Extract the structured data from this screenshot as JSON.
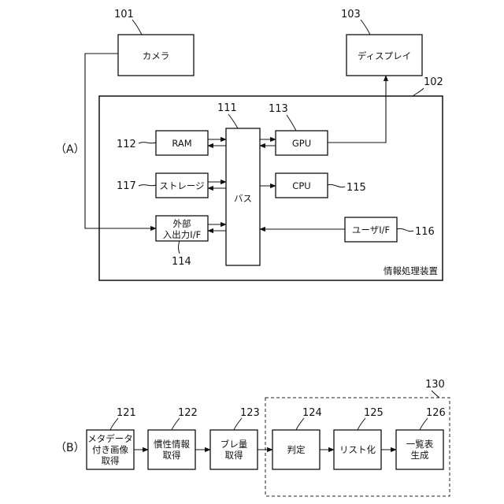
{
  "section_a": {
    "label": "（A）",
    "camera": {
      "ref": "101",
      "text": "カメラ"
    },
    "display": {
      "ref": "103",
      "text": "ディスプレイ"
    },
    "device": {
      "ref": "102",
      "caption": "情報処理装置"
    },
    "bus": {
      "ref": "111",
      "text": "バス"
    },
    "ram": {
      "ref": "112",
      "text": "RAM"
    },
    "gpu": {
      "ref": "113",
      "text": "GPU"
    },
    "ext_io": {
      "ref": "114",
      "line1": "外部",
      "line2": "入出力I/F"
    },
    "cpu": {
      "ref": "115",
      "text": "CPU"
    },
    "user_if": {
      "ref": "116",
      "text": "ユーザI/F"
    },
    "storage": {
      "ref": "117",
      "text": "ストレージ"
    }
  },
  "section_b": {
    "label": "（B）",
    "group_ref": "130",
    "steps": [
      {
        "ref": "121",
        "lines": [
          "メタデータ",
          "付き画像",
          "取得"
        ]
      },
      {
        "ref": "122",
        "lines": [
          "慣性情報",
          "取得"
        ]
      },
      {
        "ref": "123",
        "lines": [
          "ブレ量",
          "取得"
        ]
      },
      {
        "ref": "124",
        "lines": [
          "判定"
        ]
      },
      {
        "ref": "125",
        "lines": [
          "リスト化"
        ]
      },
      {
        "ref": "126",
        "lines": [
          "一覧表",
          "生成"
        ]
      }
    ]
  }
}
